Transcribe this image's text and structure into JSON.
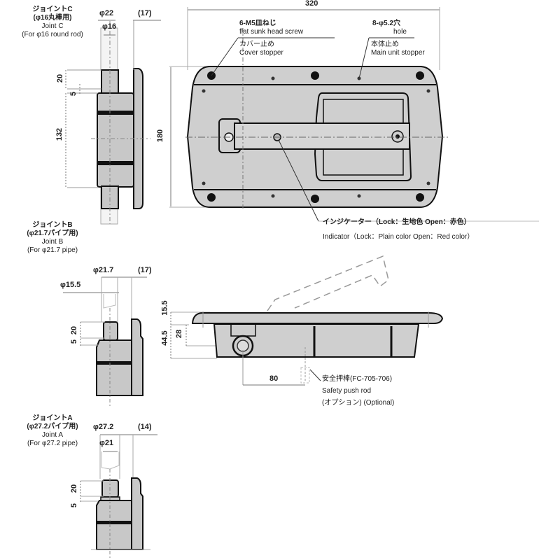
{
  "colors": {
    "part_fill": "#c8c8c8",
    "outline": "#111111",
    "dim_line": "#888888",
    "background": "#ffffff"
  },
  "joint_c": {
    "title_jp": "ジョイントC",
    "spec_jp": "(φ16丸棒用)",
    "title_en": "Joint C",
    "spec_en": "(For φ16 round rod)",
    "dim_outer": "φ22",
    "dim_inner": "φ16",
    "dim_offset": "(17)",
    "dim_stub": "20",
    "dim_step": "5",
    "dim_pitch": "132"
  },
  "joint_b": {
    "title_jp": "ジョイントB",
    "spec_jp": "(φ21.7パイプ用)",
    "title_en": "Joint B",
    "spec_en": "(For φ21.7 pipe)",
    "dim_outer": "φ21.7",
    "dim_inner": "φ15.5",
    "dim_offset": "(17)",
    "dim_stub": "20",
    "dim_step": "5"
  },
  "joint_a": {
    "title_jp": "ジョイントA",
    "spec_jp": "(φ27.2パイプ用)",
    "title_en": "Joint A",
    "spec_en": "(For φ27.2 pipe)",
    "dim_outer": "φ27.2",
    "dim_inner": "φ21",
    "dim_offset": "(14)",
    "dim_stub": "20",
    "dim_step": "5"
  },
  "front_view": {
    "dim_width": "320",
    "dim_height": "180",
    "callout_screw_jp": "6-M5皿ねじ",
    "callout_screw_en": "flat sunk head screw",
    "callout_cover_jp": "カバー止め",
    "callout_cover_en": "Cover stopper",
    "callout_hole_jp": "8-φ5.2穴",
    "callout_hole_en": "hole",
    "callout_main_jp": "本体止め",
    "callout_main_en": "Main unit stopper",
    "indicator_jp": "インジケーター（Lock：生地色 Open：赤色）",
    "indicator_en": "Indicator（Lock：Plain color  Open：Red color）"
  },
  "side_view": {
    "dim_flange": "15.5",
    "dim_total": "44.5",
    "dim_axis": "28",
    "dim_pushrod": "80",
    "pushrod_jp": "安全押棒(FC-705-706)",
    "pushrod_en": "Safety push rod",
    "optional": "(オプション) (Optional)"
  }
}
